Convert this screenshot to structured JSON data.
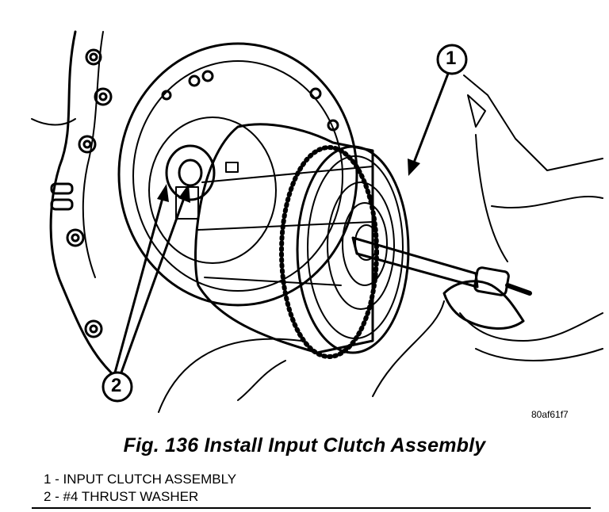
{
  "figure": {
    "callouts": [
      "1",
      "2"
    ],
    "reference_id": "80af61f7"
  },
  "caption": "Fig. 136 Install Input Clutch Assembly",
  "legend": [
    "1 - INPUT CLUTCH ASSEMBLY",
    "2 - #4 THRUST WASHER"
  ]
}
